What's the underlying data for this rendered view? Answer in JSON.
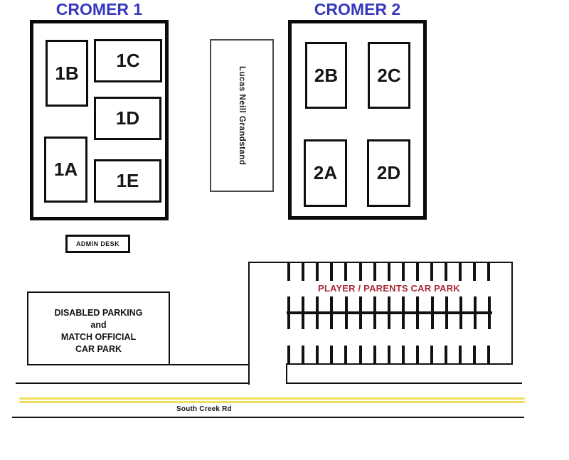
{
  "cromer1": {
    "title": "CROMER 1",
    "fields": [
      {
        "label": "1B"
      },
      {
        "label": "1C"
      },
      {
        "label": "1D"
      },
      {
        "label": "1A"
      },
      {
        "label": "1E"
      }
    ]
  },
  "cromer2": {
    "title": "CROMER 2",
    "fields": [
      {
        "label": "2B"
      },
      {
        "label": "2C"
      },
      {
        "label": "2A"
      },
      {
        "label": "2D"
      }
    ]
  },
  "grandstand": {
    "label": "Lucas Neill Grandstand"
  },
  "admin_desk": {
    "label": "ADMIN DESK"
  },
  "disabled_parking": {
    "lines": [
      "DISABLED PARKING",
      "and",
      "MATCH OFFICIAL",
      "CAR PARK"
    ]
  },
  "player_car_park": {
    "label": "PLAYER / PARENTS CAR PARK",
    "rows": [
      {
        "name": "top",
        "spaces": 15
      },
      {
        "name": "middle",
        "spaces": 15
      },
      {
        "name": "bottom",
        "spaces": 15
      }
    ]
  },
  "road": {
    "label": "South Creek Rd"
  },
  "colors": {
    "title_blue": "#3838bf",
    "carpark_red": "#a82b36",
    "road_yellow": "#efdf5a",
    "line_black": "#111111"
  }
}
